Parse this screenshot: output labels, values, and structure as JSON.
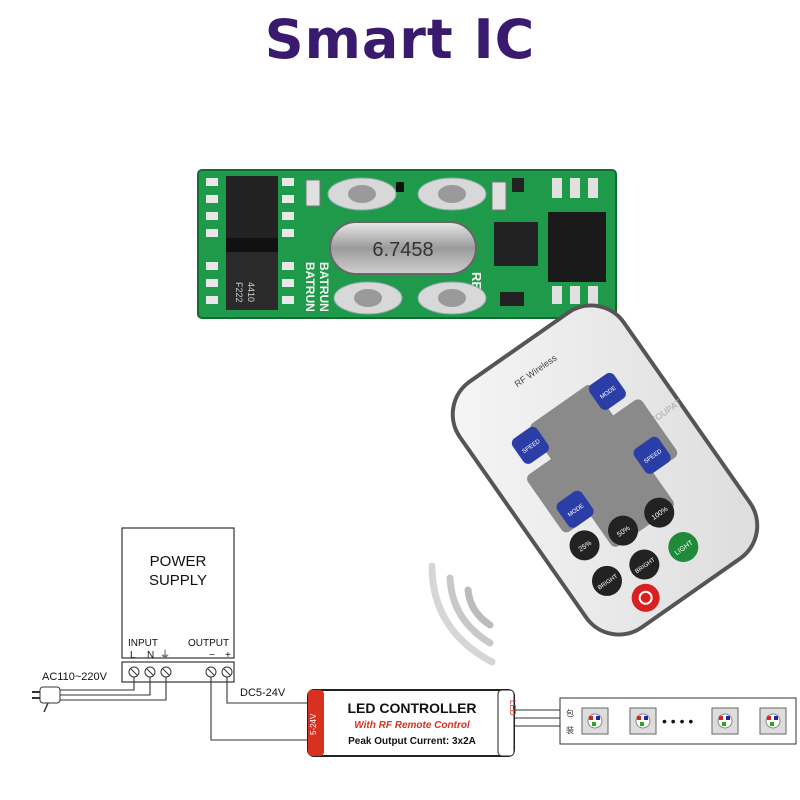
{
  "title": "Smart IC",
  "pcb": {
    "crystal_text": "6.7458",
    "ic_left_text_1": "4410",
    "ic_left_text_2": "F222",
    "vertical_text_1": "BATRUN",
    "vertical_text_2": "BATRUN",
    "vertical_text_3": "REVA"
  },
  "remote": {
    "brand": "RF Wireless",
    "watermark": "STOUPAT",
    "buttons": {
      "speed_plus": "SPEED",
      "mode_plus": "MODE",
      "mode_minus": "MODE",
      "speed_minus": "SPEED",
      "p25": "25%",
      "p50": "50%",
      "p100": "100%",
      "bright_plus": "BRIGHT",
      "bright_minus": "BRIGHT",
      "light": "LIGHT"
    }
  },
  "power_supply": {
    "label_line1": "POWER",
    "label_line2": "SUPPLY",
    "input_label": "INPUT",
    "output_label": "OUTPUT",
    "L": "L",
    "N": "N",
    "ground": "⏚",
    "minus": "−",
    "plus": "+"
  },
  "wiring": {
    "ac_label": "AC110~220V",
    "dc_label": "DC5-24V"
  },
  "controller": {
    "title": "LED CONTROLLER",
    "subtitle": "With RF Remote Control",
    "spec": "Peak Output Current: 3x2A",
    "voltage_side": "5-24V",
    "led_side": "LED"
  },
  "led_strip": {
    "dots": "• • • •",
    "connector_text_1": "包",
    "connector_text_2": "装"
  },
  "colors": {
    "title": "#3a1a6e",
    "pcb_green": "#1f9a4a",
    "controller_red": "#d7321f",
    "button_blue": "#2b3ea8"
  }
}
